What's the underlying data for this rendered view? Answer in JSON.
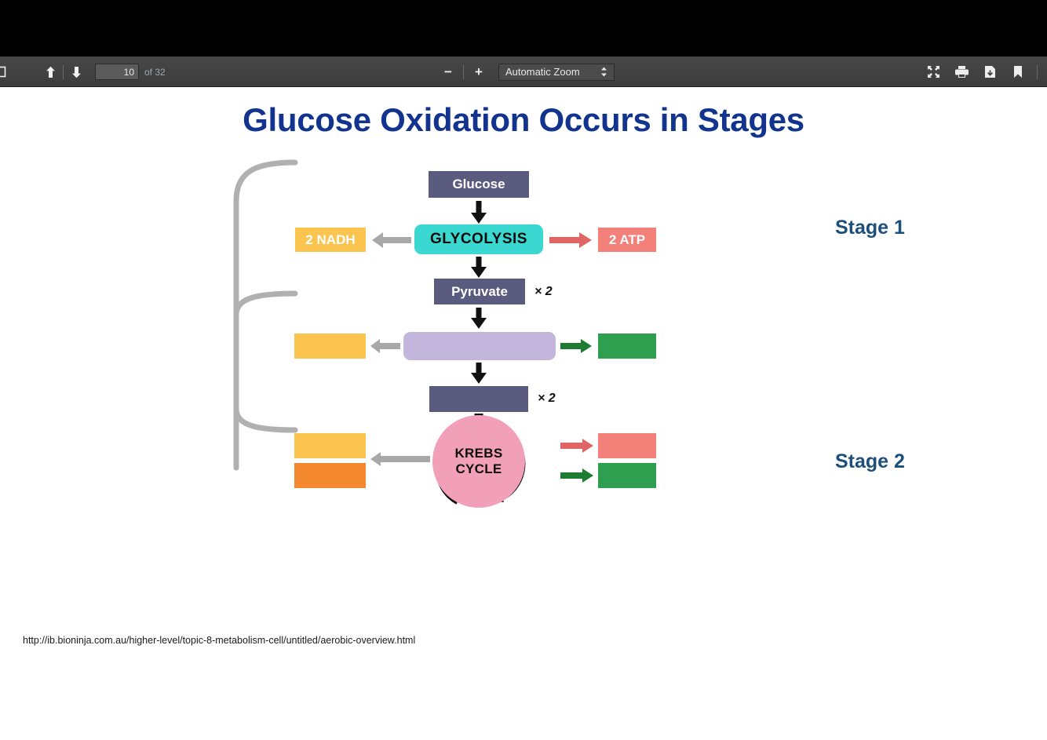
{
  "viewer": {
    "toolbar": {
      "sidebar_toggle": "sidebar-toggle",
      "prev_page_label": "↑",
      "next_page_label": "↓",
      "page_number_value": "10",
      "page_total_label": "of 32",
      "zoom_out_label": "−",
      "zoom_in_label": "+",
      "zoom_select_value": "Automatic Zoom",
      "zoom_select_caret": "↕",
      "presentation_mode_icon": "fullscreen-icon",
      "print_icon": "print-icon",
      "download_icon": "download-icon",
      "bookmark_icon": "bookmark-icon"
    }
  },
  "slide": {
    "title": "Glucose Oxidation Occurs in Stages",
    "stage_labels": [
      {
        "text": "Stage 1"
      },
      {
        "text": "Stage 2"
      }
    ],
    "source_url": "http://ib.bioninja.com.au/higher-level/topic-8-metabolism-cell/untitled/aerobic-overview.html",
    "diagram": {
      "nodes": [
        {
          "id": "glucose",
          "label": "Glucose"
        },
        {
          "id": "glycolysis",
          "label": "GLYCOLYSIS"
        },
        {
          "id": "nadh2",
          "label": "2 NADH"
        },
        {
          "id": "atp2",
          "label": "2 ATP"
        },
        {
          "id": "pyruvate",
          "label": "Pyruvate"
        },
        {
          "id": "link-reaction",
          "label": ""
        },
        {
          "id": "nadh-link",
          "label": ""
        },
        {
          "id": "co2-link",
          "label": ""
        },
        {
          "id": "acetyl-coa",
          "label": ""
        },
        {
          "id": "krebs",
          "label": "KREBS"
        },
        {
          "id": "krebs2",
          "label": "CYCLE"
        },
        {
          "id": "nadh-krebs",
          "label": ""
        },
        {
          "id": "fadh2-krebs",
          "label": ""
        },
        {
          "id": "atp-krebs",
          "label": ""
        },
        {
          "id": "co2-krebs",
          "label": ""
        }
      ],
      "multipliers": [
        {
          "id": "pyruvate-mult",
          "label": "× 2"
        },
        {
          "id": "acetyl-mult",
          "label": "× 2"
        }
      ],
      "colors": {
        "dark_slate": "#5b5b80",
        "teal": "#3ad8d0",
        "yellow": "#fbc44f",
        "orange": "#f4882f",
        "salmon": "#f4807a",
        "green": "#2e9e4f",
        "lavender": "#c3b6dc",
        "pink": "#f2a0ba",
        "grey_arrow": "#a8a8a8",
        "red_arrow": "#e06666",
        "green_arrow": "#1e7b32",
        "bracket_grey": "#b0b0b0",
        "title_blue": "#12348f",
        "stage_blue": "#1d4f7c"
      }
    }
  }
}
